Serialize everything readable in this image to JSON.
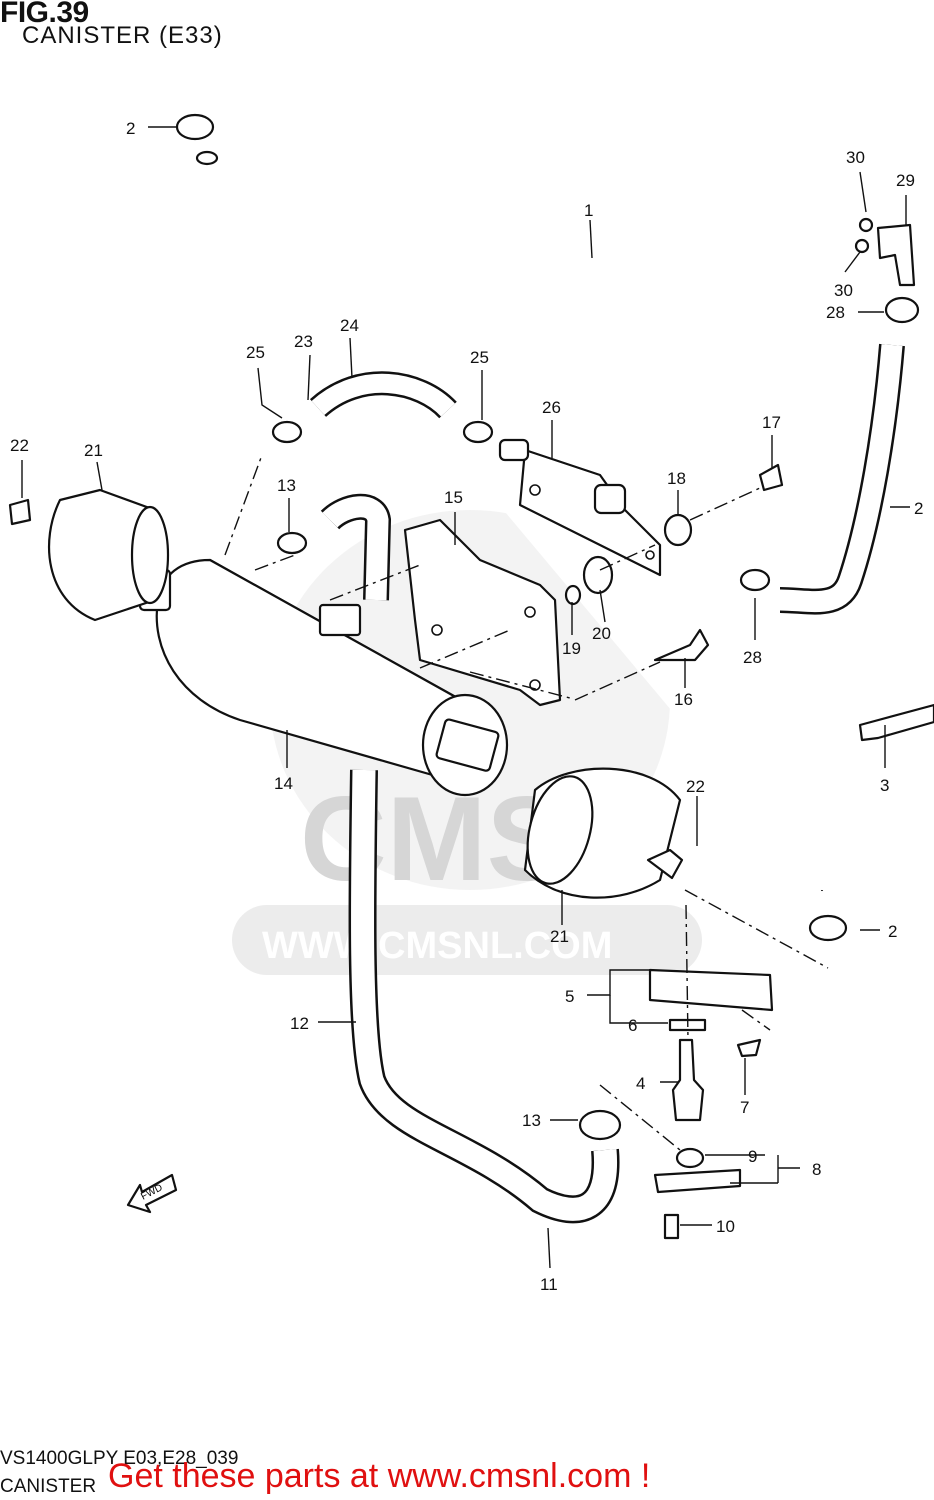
{
  "header": {
    "fig_label": "FIG.39",
    "subtitle": "CANISTER (E33)"
  },
  "footer": {
    "model_code": "VS1400GLPY E03,E28_039",
    "part_name": "CANISTER",
    "banner": "Get these parts at www.cmsnl.com !"
  },
  "watermark": {
    "logo": "CMS",
    "url": "WWW.CMSNL.COM"
  },
  "callouts": [
    "1",
    "2",
    "2",
    "2",
    "3",
    "4",
    "5",
    "6",
    "7",
    "8",
    "9",
    "10",
    "11",
    "12",
    "13",
    "13",
    "14",
    "15",
    "16",
    "17",
    "18",
    "19",
    "20",
    "21",
    "21",
    "22",
    "22",
    "23",
    "24",
    "25",
    "25",
    "26",
    "28",
    "28",
    "29",
    "30",
    "30"
  ],
  "direction_marker": "FWD",
  "colors": {
    "banner": "#e01010",
    "line": "#111111",
    "watermark": "#dcdcdc"
  }
}
